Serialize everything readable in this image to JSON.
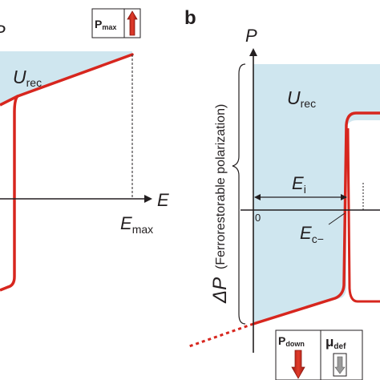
{
  "panel_a": {
    "axis_y_partial": "P",
    "x_axis_label": "E",
    "area_label": {
      "main": "U",
      "sub": "rec"
    },
    "emax_label": {
      "main": "E",
      "sub": "max"
    },
    "pmax_box": {
      "main": "P",
      "sub": "max"
    }
  },
  "panel_b": {
    "panel_letter": "b",
    "y_axis_label": "P",
    "area_label": {
      "main": "U",
      "sub": "rec"
    },
    "ei_label": {
      "main": "E",
      "sub": "i"
    },
    "ec_label": {
      "main": "E",
      "sub": "c−"
    },
    "origin_label": "0",
    "delta_p_label": "ΔP",
    "delta_p_note": "(Ferrorestorable polarization)",
    "pdown_box": {
      "main": "P",
      "sub": "down"
    },
    "mudef_box": {
      "main": "μ",
      "sub": "def"
    }
  },
  "colors": {
    "loop_red": "#d7261e",
    "area_blue": "#cfe6ef",
    "axis": "#231f20",
    "arrow_grey": "#9a9a9a"
  }
}
